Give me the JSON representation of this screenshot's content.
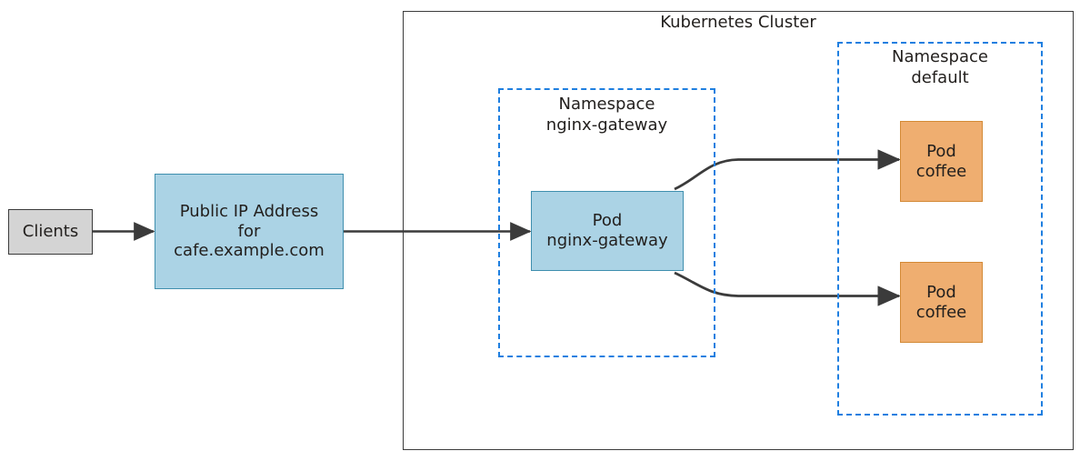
{
  "diagram": {
    "title": "Kubernetes Cluster",
    "colors": {
      "node_blue_fill": "#abd3e5",
      "node_blue_stroke": "#3f8fae",
      "node_orange_fill": "#efae70",
      "node_orange_stroke": "#d38a36",
      "node_gray_fill": "#d4d4d4",
      "node_gray_stroke": "#3b3b3b",
      "namespace_dash_stroke": "#1f7fe0",
      "cluster_stroke": "#3b3b3b",
      "edge_stroke": "#3b3b3b",
      "text": "#23201e"
    }
  },
  "nodes": {
    "clients": {
      "label": "Clients"
    },
    "public_ip": {
      "line1": "Public IP Address",
      "line2": "for",
      "line3": "cafe.example.com"
    },
    "pod_nginx_gateway": {
      "line1": "Pod",
      "line2": "nginx-gateway"
    },
    "pod_coffee_1": {
      "line1": "Pod",
      "line2": "coffee"
    },
    "pod_coffee_2": {
      "line1": "Pod",
      "line2": "coffee"
    }
  },
  "namespaces": {
    "nginx_gateway": {
      "line1": "Namespace",
      "line2": "nginx-gateway"
    },
    "default": {
      "line1": "Namespace",
      "line2": "default"
    }
  },
  "edges": [
    {
      "name": "clients-to-public-ip",
      "from": "clients",
      "to": "public_ip",
      "style": "straight-arrow"
    },
    {
      "name": "public-ip-to-pod-nginx-gateway",
      "from": "public_ip",
      "to": "pod_nginx_gateway",
      "style": "straight-arrow"
    },
    {
      "name": "pod-nginx-gateway-to-pod-coffee-1",
      "from": "pod_nginx_gateway",
      "to": "pod_coffee_1",
      "style": "curved-arrow"
    },
    {
      "name": "pod-nginx-gateway-to-pod-coffee-2",
      "from": "pod_nginx_gateway",
      "to": "pod_coffee_2",
      "style": "curved-arrow"
    }
  ]
}
